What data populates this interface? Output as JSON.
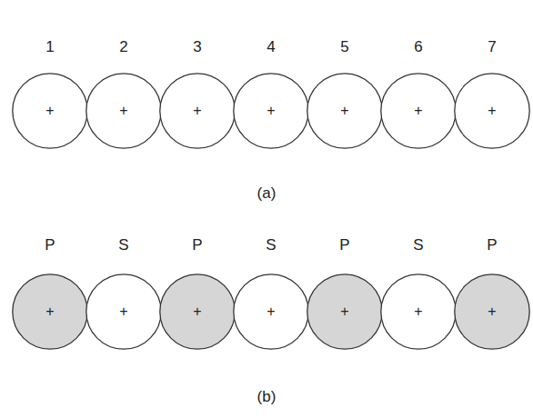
{
  "diagram": {
    "nodes": [
      {
        "text": [
          "1",
          "+"
        ]
      },
      {
        "text": [
          "2",
          "+"
        ]
      },
      {
        "text": [
          "3",
          "+"
        ]
      },
      {
        "text": [
          "4",
          "+"
        ]
      },
      {
        "text": [
          "5",
          "+"
        ]
      },
      {
        "text": [
          "6",
          "+"
        ]
      },
      {
        "text": [
          "7",
          "+"
        ]
      },
      {
        "text": [
          "P",
          "+"
        ]
      },
      {
        "text": [
          "S",
          "+"
        ]
      },
      {
        "text": [
          "P",
          "+"
        ]
      },
      {
        "text": [
          "S",
          "+"
        ]
      },
      {
        "text": [
          "P",
          "+"
        ]
      },
      {
        "text": [
          "S",
          "+"
        ]
      },
      {
        "text": [
          "P",
          "+"
        ]
      }
    ],
    "labels": [
      "(a)",
      "(b)"
    ]
  }
}
